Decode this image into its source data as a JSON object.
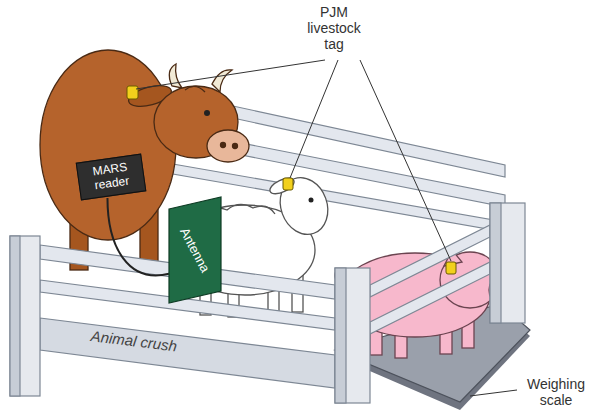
{
  "diagram": {
    "nodes": [
      {
        "text": [
          "MARS reader"
        ]
      },
      {
        "text": [
          "Antenna"
        ]
      }
    ],
    "edges": [
      {
        "from": 0,
        "to": 1,
        "arrow": "none"
      }
    ],
    "labels": [
      "PJM livestock tag",
      "Animal crush",
      "Weighing scale"
    ]
  }
}
